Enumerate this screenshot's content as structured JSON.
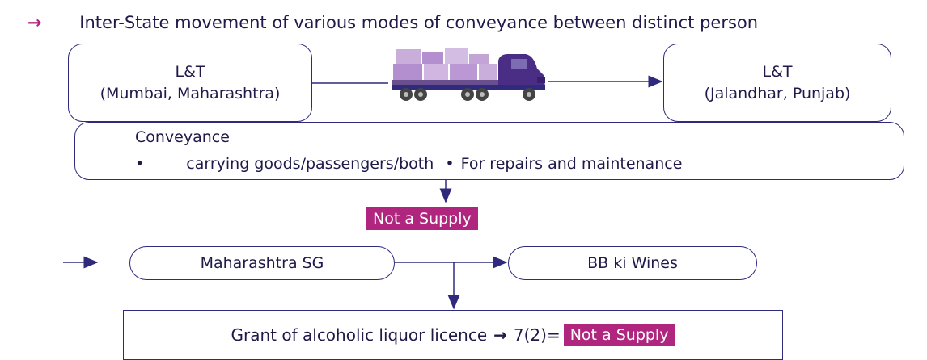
{
  "heading": {
    "arrow_glyph": "→",
    "text": "Inter-State movement of various modes of conveyance between distinct person"
  },
  "nodes": {
    "lt_mumbai": {
      "line1": "L&T",
      "line2": "(Mumbai, Maharashtra)"
    },
    "lt_jalandhar": {
      "line1": "L&T",
      "line2": "(Jalandhar, Punjab)"
    },
    "truck_icon": "truck-icon",
    "conveyance": {
      "title": "Conveyance",
      "bullet_glyph": "•",
      "item1": "carrying goods/passengers/both",
      "item2": "For repairs and maintenance"
    },
    "not_supply_1": "Not a Supply",
    "maharashtra_sg": "Maharashtra SG",
    "bb_wines": "BB ki Wines",
    "grant": {
      "text": "Grant of alcoholic liquor licence",
      "arrow_glyph": "→",
      "section": "7(2)=",
      "badge": "Not a Supply"
    }
  },
  "colors": {
    "heading_arrow": "#b0267f",
    "accent_badge": "#b0267f",
    "line": "#2f2a7c",
    "truck_body": "#4a2e86",
    "cargo": "#c2a4d6"
  }
}
